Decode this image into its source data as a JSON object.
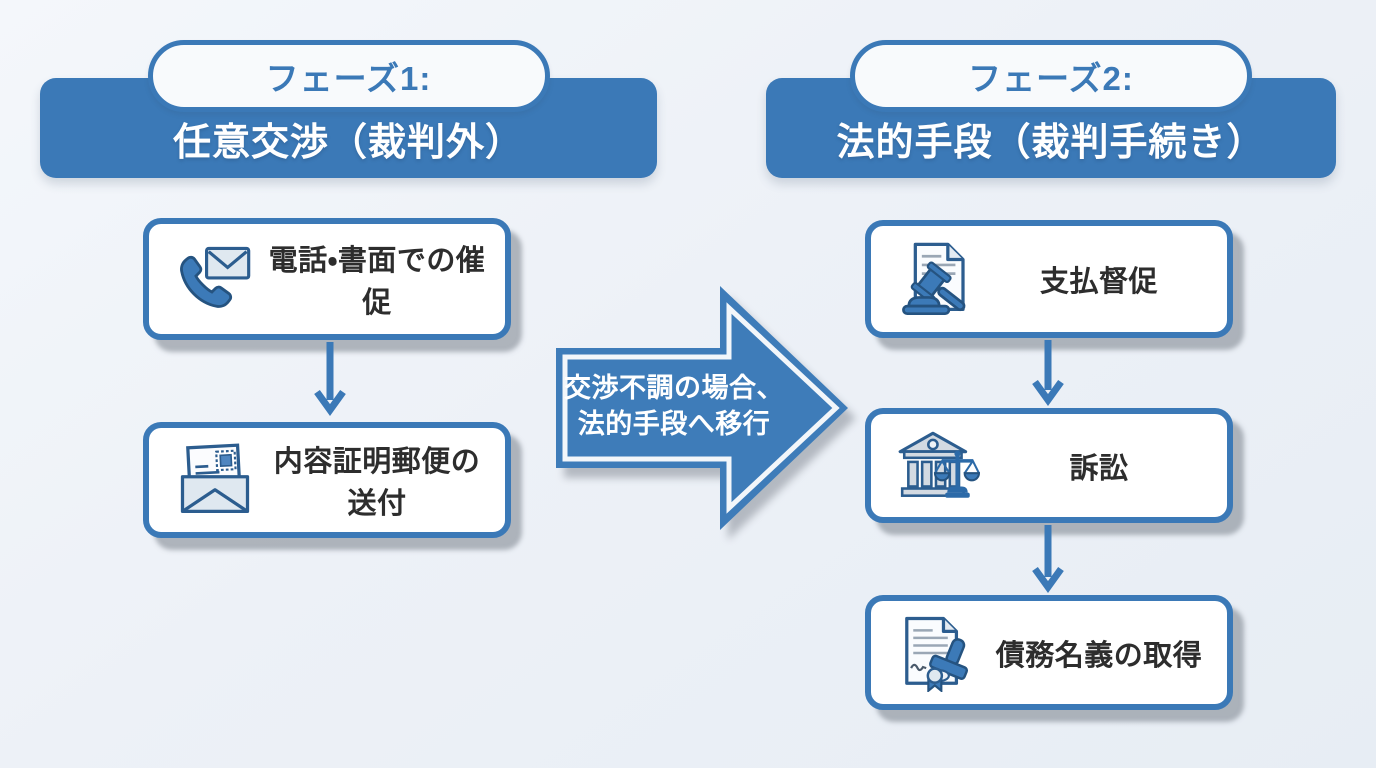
{
  "palette": {
    "primary": "#3b79b7",
    "primary_dark": "#255380",
    "icon_light_fill": "#dfe8f0",
    "box_text": "#2d2d2d",
    "shadow_gray": "#a9aeb6",
    "background": "#eef2f7"
  },
  "phase1": {
    "pill_label": "フェーズ1:",
    "title": "任意交渉（裁判外）",
    "steps": [
      {
        "label": "電話・書面での催促",
        "icon": "phone-mail-icon"
      },
      {
        "label": "内容証明郵便の送付",
        "icon": "mail-letter-icon"
      }
    ]
  },
  "transition_arrow": {
    "line1": "交渉不調の場合、",
    "line2": "法的手段へ移行"
  },
  "phase2": {
    "pill_label": "フェーズ2:",
    "title": "法的手段（裁判手続き）",
    "steps": [
      {
        "label": "支払督促",
        "icon": "document-gavel-icon"
      },
      {
        "label": "訴訟",
        "icon": "courthouse-scales-icon"
      },
      {
        "label": "債務名義の取得",
        "icon": "document-stamp-icon"
      }
    ]
  }
}
